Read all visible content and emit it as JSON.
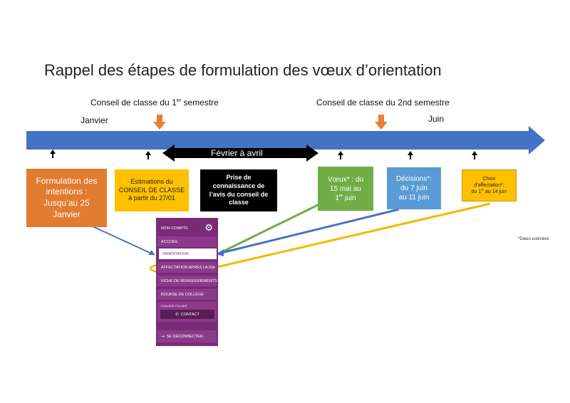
{
  "title": "Rappel des étapes de formulation des vœux d’orientation",
  "labels": {
    "conseil1_pre": "Conseil de classe du 1",
    "conseil1_sup": "er",
    "conseil1_post": " semestre",
    "conseil2": "Conseil de classe du 2nd semestre",
    "janvier": "Janvier",
    "juin": "Juin",
    "fevrier_avril": "Février à avril",
    "dates_note": "*Dates estimées"
  },
  "boxes": {
    "formulation": [
      "Formulation des",
      "intentions :",
      "Jusqu’au 25",
      "Janvier"
    ],
    "estimations": [
      "Estimations du",
      "CONSEIL DE CLASSE",
      "à partir du 27/01"
    ],
    "prise": [
      "Prise de",
      "connaissance de",
      "l’avis du conseil de",
      "classe"
    ],
    "voeux": [
      "Vœux* : du",
      "15 mai au",
      "1",
      "er",
      " juin"
    ],
    "decisions": [
      "Décisions*:",
      "du 7 juin",
      "au 11 juin"
    ],
    "choix": [
      "Choix",
      "d’affectation*:",
      "du 1",
      "er",
      " au 14 juin"
    ]
  },
  "colors": {
    "timeline": "#4472c4",
    "orange_marker": "#ed7d31",
    "formulation_bg": "#e07b30",
    "estimations_bg": "#ffc000",
    "prise_bg": "#000000",
    "voeux_bg": "#70ad47",
    "decisions_bg": "#5b9bd5",
    "choix_bg": "#ffc000",
    "menu_bg": "#7b2a78",
    "highlight": "#f5b800"
  },
  "menu": {
    "header": "MON COMPTE",
    "header_icon": "gears-icon",
    "items": [
      "ACCUEIL",
      "ORIENTATION",
      "AFFECTATION APRÈS LA 2de",
      "FICHE DE RENSEIGNEMENTS",
      "BOURSE DE COLLÈGE"
    ],
    "college": "COLLEGE PILLANS",
    "contact": "CONTACT",
    "logout": "SE DÉCONNECTER"
  }
}
